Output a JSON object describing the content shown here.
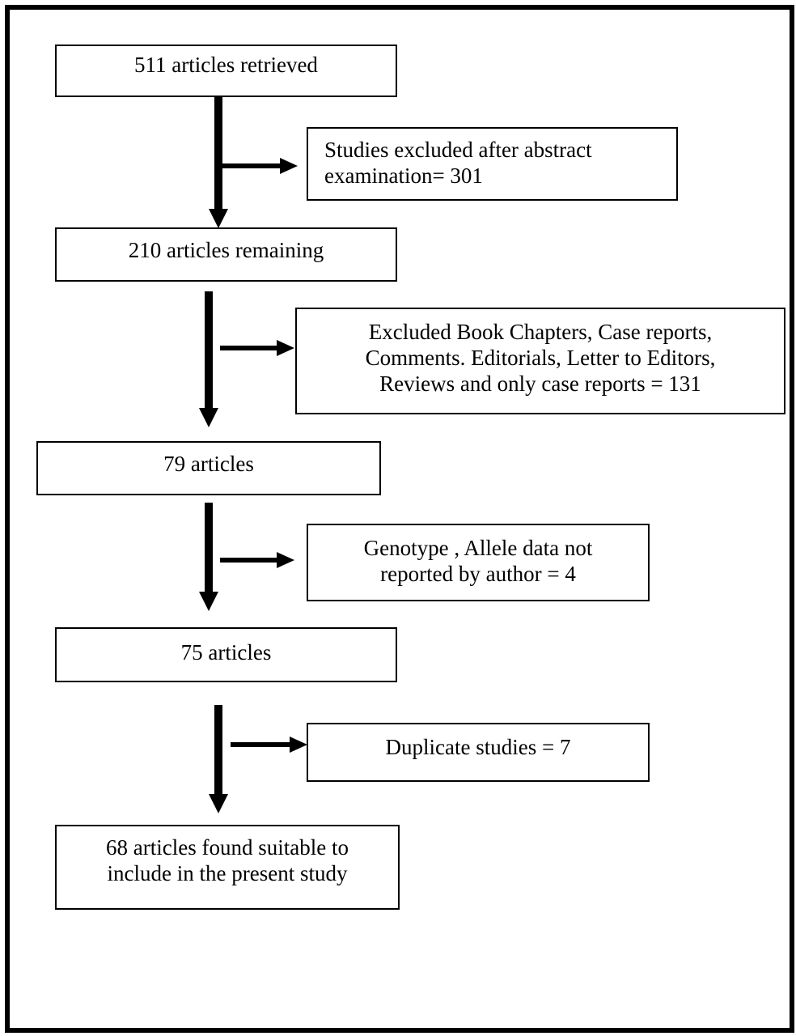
{
  "flowchart": {
    "retrieved": "511 articles retrieved",
    "excluded_abstract_line1": "Studies excluded after abstract",
    "excluded_abstract_line2": "examination= 301",
    "remaining": "210 articles remaining",
    "excluded_types_line1": "Excluded Book Chapters, Case reports,",
    "excluded_types_line2": "Comments. Editorials, Letter to Editors,",
    "excluded_types_line3": "Reviews and only case reports = 131",
    "articles_79": "79 articles",
    "genotype_line1": "Genotype , Allele data not",
    "genotype_line2": "reported by author = 4",
    "articles_75": "75 articles",
    "duplicates": "Duplicate studies = 7",
    "final_line1": "68 articles found suitable to",
    "final_line2": "include in the present study"
  }
}
